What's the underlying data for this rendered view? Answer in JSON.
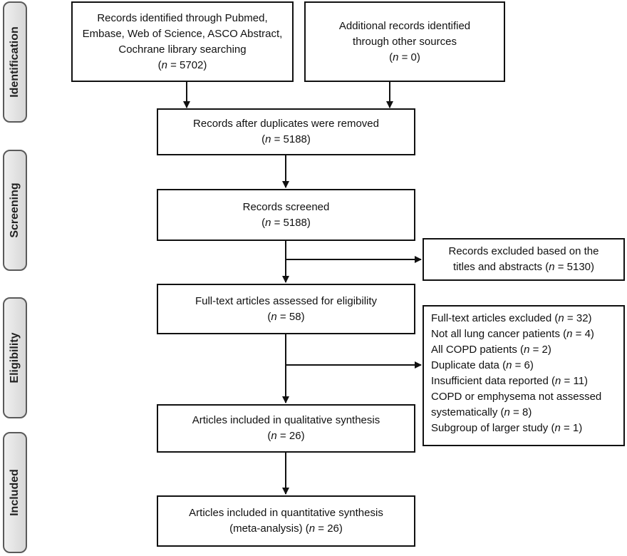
{
  "phases": [
    "Identification",
    "Screening",
    "Eligibility",
    "Included"
  ],
  "boxes": {
    "identified_databases": {
      "lines": [
        "Records identified through Pubmed,",
        "Embase, Web of Science, ASCO Abstract,",
        "Cochrane library searching"
      ],
      "count": "5702"
    },
    "identified_other": {
      "lines": [
        "Additional records identified",
        "through other sources"
      ],
      "count": "0"
    },
    "after_duplicates": {
      "lines": [
        "Records after duplicates were removed"
      ],
      "count": "5188"
    },
    "screened": {
      "lines": [
        "Records screened"
      ],
      "count": "5188"
    },
    "excluded_titles": {
      "lines": [
        "Records excluded based on the"
      ],
      "last_prefix": "titles and abstracts (",
      "count": "5130"
    },
    "fulltext_assessed": {
      "lines": [
        "Full-text articles assessed for eligibility"
      ],
      "count": "58"
    },
    "fulltext_excluded": {
      "title": "Full-text articles excluded",
      "count": "32",
      "reasons": [
        {
          "text": "Not all lung cancer patients",
          "count": "4"
        },
        {
          "text": "All COPD patients",
          "count": "2"
        },
        {
          "text": "Duplicate data ",
          "count": "6"
        },
        {
          "text": "Insufficient data reported",
          "count": "11"
        },
        {
          "text": "COPD or emphysema not assessed",
          "text2": "systematically",
          "count": "8"
        },
        {
          "text": "Subgroup of larger study",
          "count": "1"
        }
      ]
    },
    "qualitative": {
      "lines": [
        "Articles included in qualitative synthesis"
      ],
      "count": "26"
    },
    "quantitative": {
      "lines": [
        "Articles included in quantitative synthesis"
      ],
      "last_prefix": "(meta-analysis) (",
      "count": "26"
    }
  }
}
